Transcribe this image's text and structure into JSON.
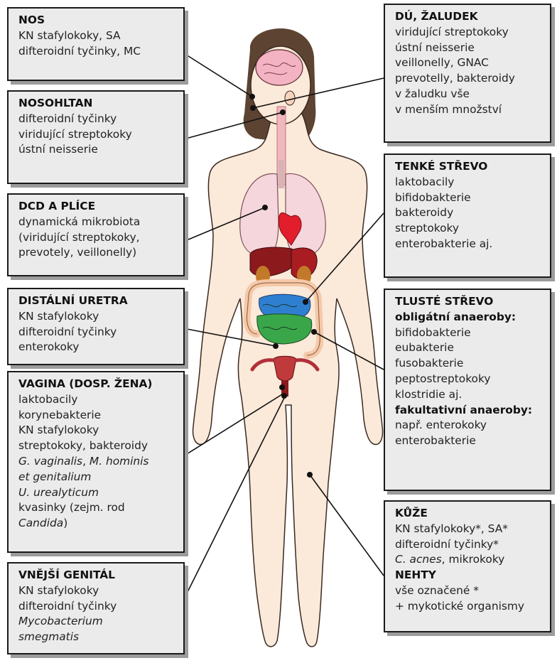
{
  "colors": {
    "skin": "#fbe9d9",
    "box_bg": "#ebebeb",
    "box_border": "#1a1a1a",
    "shadow": "#9c9c9c",
    "hair": "#5c4332",
    "brain": "#f3b3c3",
    "lungs": "#f6d6dd",
    "heart": "#e21d2c",
    "liver": "#8c1a1d",
    "small_intestine": "#3aa64a",
    "large_intestine": "#2f7fd1",
    "uterus": "#c0393b"
  },
  "boxes": {
    "nos": {
      "title": "NOS",
      "lines": [
        "KN stafylokoky, SA",
        "difteroidní tyčinky, MC"
      ]
    },
    "nosohltan": {
      "title": "NOSOHLTAN",
      "lines": [
        "difteroidní tyčinky",
        "viridující streptokoky",
        "ústní neisserie"
      ]
    },
    "dcd": {
      "title": "DCD A PLÍCE",
      "lines": [
        "dynamická mikrobiota",
        "(viridující streptokoky,",
        "prevotely, veillonelly)"
      ]
    },
    "uretra": {
      "title": "DISTÁLNÍ URETRA",
      "lines": [
        "KN stafylokoky",
        "difteroidní tyčinky",
        "enterokoky"
      ]
    },
    "vagina": {
      "title": "VAGINA (DOSP. ŽENA)",
      "lines": [
        "laktobacily",
        "korynebakterie",
        "KN stafylokoky",
        "streptokoky, bakteroidy"
      ],
      "line_g1": "G. vaginalis",
      "line_g2": ",",
      "line_g3": "M. hominis",
      "line_g4": "et genitalium",
      "line_u": "U. urealyticum",
      "line_k": "kvasinky (zejm. rod",
      "line_c1": "Candida",
      "line_c2": ")"
    },
    "genital": {
      "title": "VNĚJŠÍ GENITÁL",
      "lines": [
        "KN stafylokoky",
        "difteroidní tyčinky"
      ],
      "italic1": "Mycobacterium",
      "italic2": "smegmatis"
    },
    "dutina": {
      "title": "DÚ, ŽALUDEK",
      "lines": [
        "viridující streptokoky",
        "ústní neisserie",
        "veillonelly, GNAC",
        "prevotelly, bakteroidy",
        "v žaludku vše",
        "v menším množství"
      ]
    },
    "tenke": {
      "title": "TENKÉ STŘEVO",
      "lines": [
        "laktobacily",
        "bifidobakterie",
        "bakteroidy",
        "streptokoky",
        "enterobakterie aj."
      ]
    },
    "tluste": {
      "title": "TLUSTÉ STŘEVO",
      "sub1": "obligátní anaeroby:",
      "lines1": [
        "bifidobakterie",
        "eubakterie",
        "fusobakterie",
        "peptostreptokoky",
        "klostridie aj."
      ],
      "sub2": "fakultativní anaeroby:",
      "lines2": [
        "např. enterokoky",
        "enterobakterie"
      ]
    },
    "kuze": {
      "title": "KŮŽE",
      "lines": [
        "KN stafylokoky*, SA*",
        "difteroidní tyčinky*"
      ],
      "italic": "C. acnes",
      "after_italic": ", mikrokoky",
      "sub": "NEHTY",
      "lines2": [
        "vše označené *",
        "+ mykotické organismy"
      ]
    }
  }
}
